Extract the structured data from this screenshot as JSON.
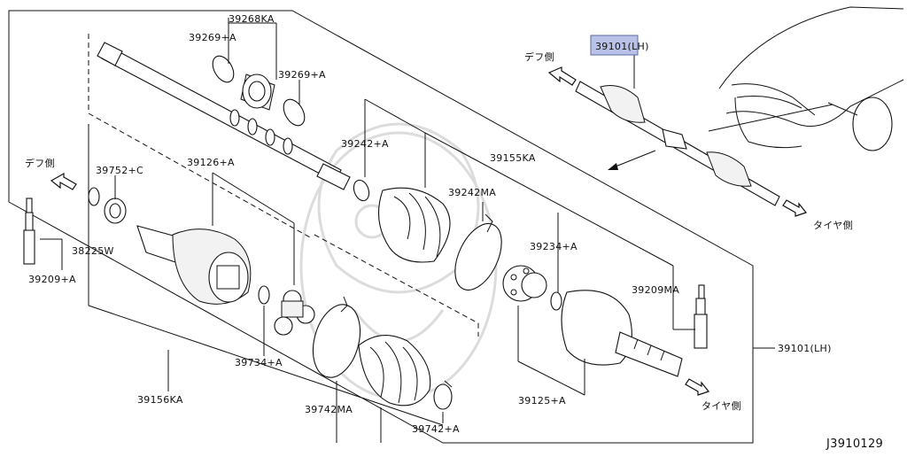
{
  "diagram_id": "J3910129",
  "direction_labels": {
    "diff_side": "デフ側",
    "tire_side": "タイヤ側"
  },
  "parts": {
    "p_39268KA": "39268KA",
    "p_39269A_top": "39269+A",
    "p_39269A_right": "39269+A",
    "p_39242A": "39242+A",
    "p_39155KA": "39155KA",
    "p_39242MA": "39242MA",
    "p_39752C": "39752+C",
    "p_39126A": "39126+A",
    "p_38225W": "38225W",
    "p_39209A": "39209+A",
    "p_39234A": "39234+A",
    "p_39209MA": "39209MA",
    "p_39101LH_main": "39101(LH)",
    "p_39101LH_top": "39101(LH)",
    "p_39734A": "39734+A",
    "p_39156KA": "39156KA",
    "p_39742MA": "39742MA",
    "p_39742A": "39742+A",
    "p_39125A": "39125+A"
  },
  "colors": {
    "highlight_fill": "#b9c2e6",
    "line": "#111111",
    "watermark": "#dcdcdc"
  }
}
